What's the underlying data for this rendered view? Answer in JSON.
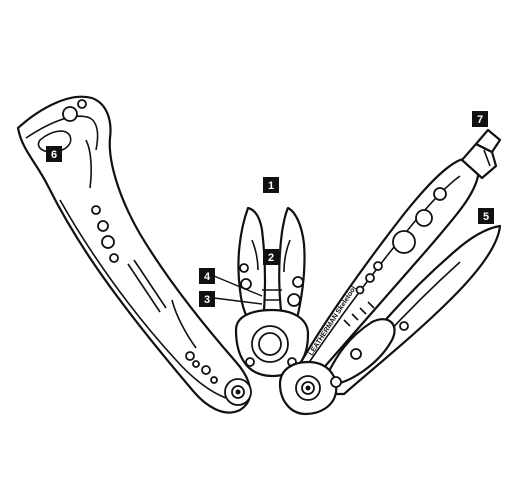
{
  "callouts": [
    {
      "id": "1",
      "text": "1"
    },
    {
      "id": "2",
      "text": "2"
    },
    {
      "id": "3",
      "text": "3"
    },
    {
      "id": "4",
      "text": "4"
    },
    {
      "id": "5",
      "text": "5"
    },
    {
      "id": "6",
      "text": "6"
    },
    {
      "id": "7",
      "text": "7"
    }
  ],
  "brand_text": "LEATHERMAN",
  "model_text": "Skeletool",
  "colors": {
    "ink": "#111111",
    "background": "#ffffff",
    "callout_text": "#ffffff"
  }
}
